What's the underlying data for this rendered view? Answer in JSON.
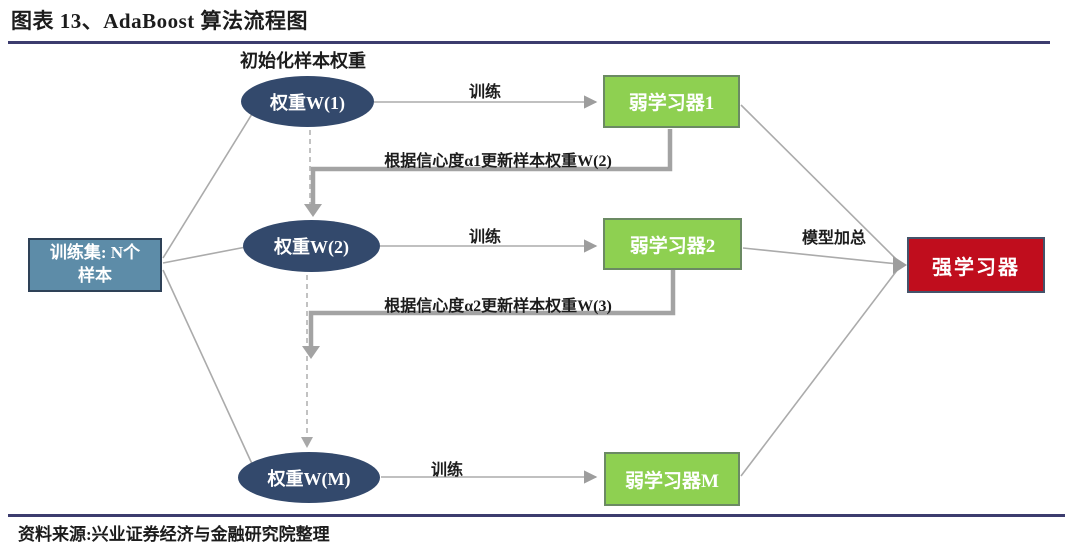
{
  "figure": {
    "title": "图表 13、AdaBoost 算法流程图",
    "source": "资料来源:兴业证券经济与金融研究院整理"
  },
  "diagram": {
    "init_label": "初始化样本权重",
    "train_set": {
      "line1": "训练集: N个",
      "line2": "样本"
    },
    "weights": [
      {
        "label": "权重W(1)"
      },
      {
        "label": "权重W(2)"
      },
      {
        "label": "权重W(M)"
      }
    ],
    "learners": [
      {
        "label": "弱学习器1"
      },
      {
        "label": "弱学习器2"
      },
      {
        "label": "弱学习器M"
      }
    ],
    "strong_learner": {
      "label": "强学习器"
    },
    "train_labels": [
      "训练",
      "训练",
      "训练"
    ],
    "feedback_labels": [
      "根据信心度α1更新样本权重W(2)",
      "根据信心度α2更新样本权重W(3)"
    ],
    "aggregate_label": "模型加总",
    "colors": {
      "rule_navy": "#3c3c6e",
      "weight_ellipse_fill": "#33496c",
      "weak_learner_fill": "#8ed051",
      "weak_learner_border": "#6b8a63",
      "train_set_fill": "#5d8ca8",
      "train_set_border": "#2e4157",
      "strong_learner_fill": "#c00d1d",
      "strong_learner_border": "#44536a",
      "connector_gray": "#a6a6a6"
    }
  }
}
